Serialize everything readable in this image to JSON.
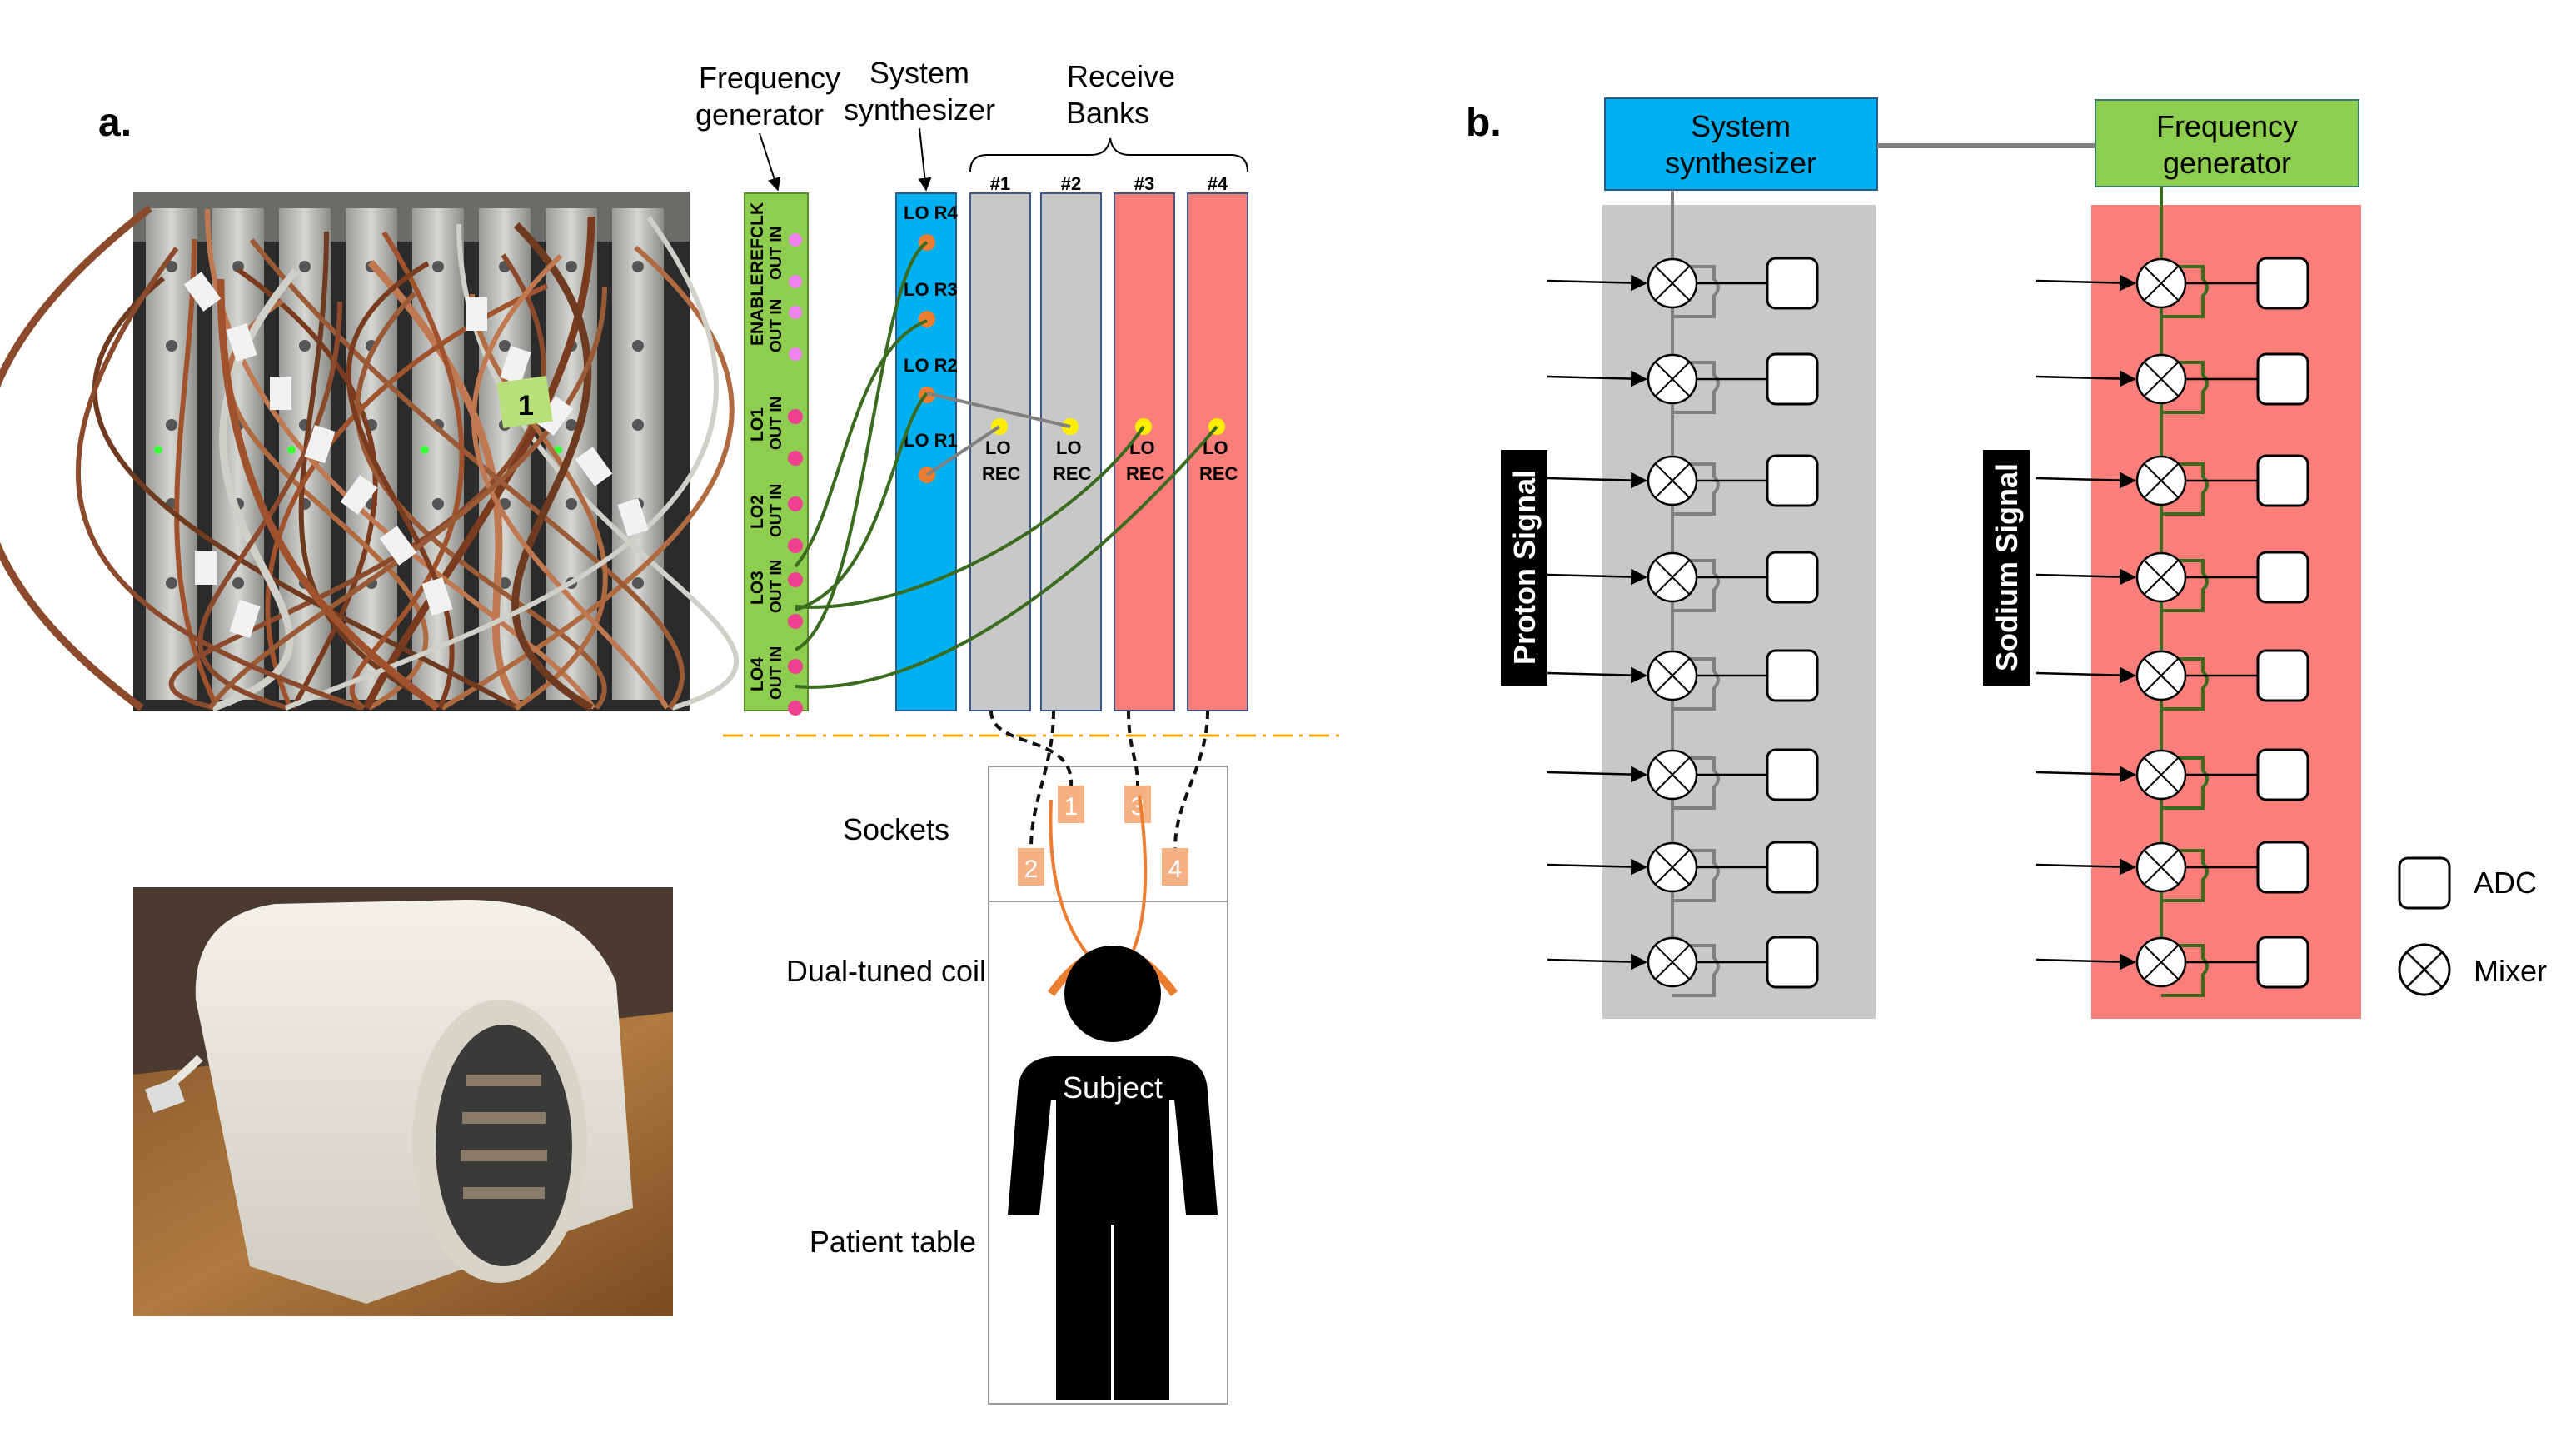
{
  "panel_a": {
    "letter": "a.",
    "labels": {
      "frequency_generator": [
        "Frequency",
        "generator"
      ],
      "system_synthesizer": [
        "System",
        "synthesizer"
      ],
      "receive_banks": [
        "Receive",
        "Banks"
      ]
    },
    "freq_gen_ports": [
      {
        "name": "REFCLK",
        "sub": "OUT IN"
      },
      {
        "name": "ENABLE",
        "sub": "OUT IN"
      },
      {
        "name": "LO1",
        "sub": "OUT IN"
      },
      {
        "name": "LO2",
        "sub": "OUT IN"
      },
      {
        "name": "LO3",
        "sub": "OUT IN"
      },
      {
        "name": "LO4",
        "sub": "OUT IN"
      }
    ],
    "synth_ports": [
      "LO R4",
      "LO R3",
      "LO R2",
      "LO R1"
    ],
    "banks": [
      {
        "id": "#1",
        "line1": "LO",
        "line2": "REC"
      },
      {
        "id": "#2",
        "line1": "LO",
        "line2": "REC"
      },
      {
        "id": "#3",
        "line1": "LO",
        "line2": "REC"
      },
      {
        "id": "#4",
        "line1": "LO",
        "line2": "REC"
      }
    ],
    "sockets": [
      "1",
      "2",
      "3",
      "4"
    ],
    "side_labels": {
      "sockets": "Sockets",
      "coil": "Dual-tuned coil",
      "table": "Patient table"
    },
    "subject": "Subject",
    "photo_label_1": "1"
  },
  "panel_b": {
    "letter": "b.",
    "system_synthesizer": [
      "System",
      "synthesizer"
    ],
    "frequency_generator": [
      "Frequency",
      "generator"
    ],
    "proton_signal": "Proton Signal",
    "sodium_signal": "Sodium Signal",
    "legend": {
      "adc": "ADC",
      "mixer": "Mixer"
    }
  },
  "colors": {
    "green": "#8dcd50",
    "blue": "#00b0f0",
    "gray": "#c8c8c8",
    "red": "#fa7f7a",
    "orange": "#ed7d31",
    "wire_green": "#3a6b1f",
    "wire_gray": "#808080",
    "pink": "#f04090",
    "orange_dot": "#ed7d31",
    "yellow_dot": "#ffee00"
  }
}
